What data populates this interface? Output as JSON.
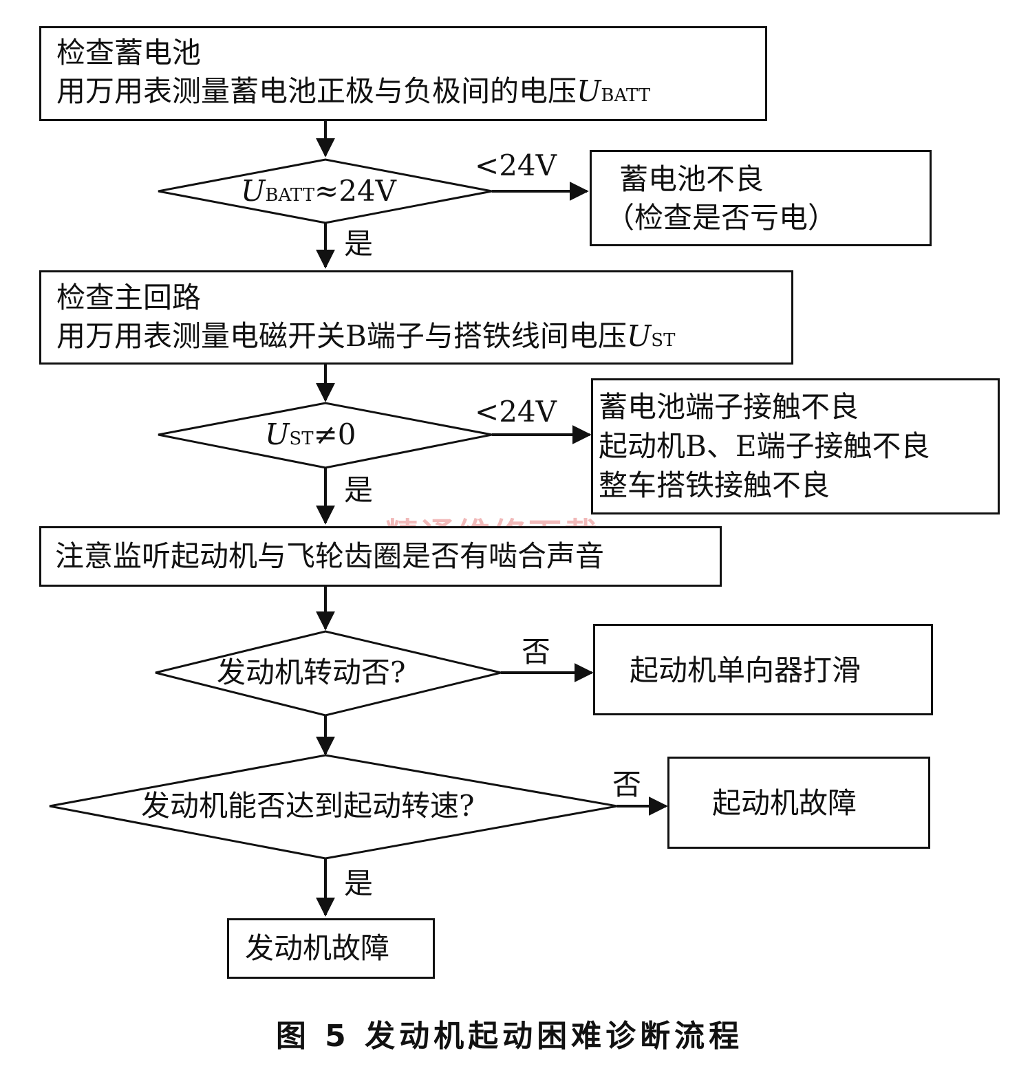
{
  "step1": {
    "title": "检查蓄电池",
    "desc": "用万用表测量蓄电池正极与负极间的电压",
    "var": "U",
    "sub": "BATT"
  },
  "dec1": {
    "var": "U",
    "sub": "BATT",
    "rest": "≈24V",
    "no_label": "<24V",
    "yes_label": "是"
  },
  "res1": {
    "line1": "蓄电池不良",
    "line2": "（检查是否亏电）"
  },
  "step2": {
    "title": "检查主回路",
    "desc": "用万用表测量电磁开关B端子与搭铁线间电压",
    "var": "U",
    "sub": "ST"
  },
  "dec2": {
    "var": "U",
    "sub": "ST",
    "rest": "≠0",
    "no_label": "<24V",
    "yes_label": "是"
  },
  "res2": {
    "line1": "蓄电池端子接触不良",
    "line2": "起动机B、E端子接触不良",
    "line3": "整车搭铁接触不良"
  },
  "step3": {
    "text": "注意监听起动机与飞轮齿圈是否有啮合声音"
  },
  "dec3": {
    "text": "发动机转动否?",
    "no_label": "否"
  },
  "res3": {
    "text": "起动机单向器打滑"
  },
  "dec4": {
    "text": "发动机能否达到起动转速?",
    "no_label": "否",
    "yes_label": "是"
  },
  "res4": {
    "text": "起动机故障"
  },
  "end": {
    "text": "发动机故障"
  },
  "watermark": "精通维修下载",
  "caption": "图 5   发动机起动困难诊断流程"
}
